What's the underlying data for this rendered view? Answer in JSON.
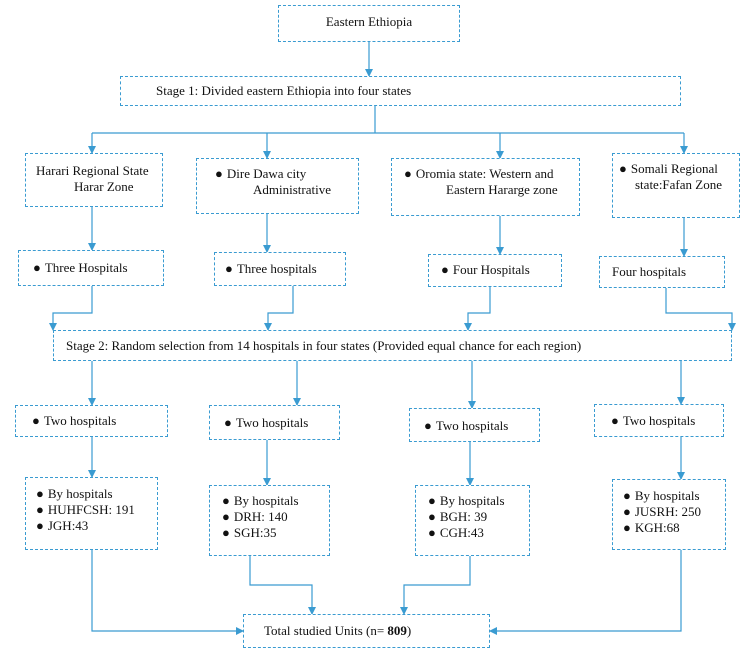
{
  "title": "Eastern Ethiopia",
  "stage1": "Stage 1: Divided eastern Ethiopia into four states",
  "stage2": "Stage 2: Random selection from 14 hospitals in four states (Provided equal chance for each region)",
  "bullet": "●",
  "states": [
    {
      "line1": "Harari Regional State",
      "line2": "Harar Zone"
    },
    {
      "line1": "Dire Dawa city",
      "line2": "Administrative"
    },
    {
      "line1": "Oromia state: Western and",
      "line2": "Eastern Hararge zone"
    },
    {
      "line1": "Somali Regional",
      "line2": "state:Fafan Zone"
    }
  ],
  "hospital_counts": [
    "Three Hospitals",
    "Three hospitals",
    "Four Hospitals",
    "Four hospitals"
  ],
  "selected": [
    "Two hospitals",
    "Two hospitals",
    "Two hospitals",
    "Two hospitals"
  ],
  "details": [
    {
      "heading": "By hospitals",
      "items": [
        "HUHFCSH: 191",
        "JGH:43"
      ]
    },
    {
      "heading": "By hospitals",
      "items": [
        "DRH: 140",
        "SGH:35"
      ]
    },
    {
      "heading": "By hospitals",
      "items": [
        "BGH: 39",
        "CGH:43"
      ]
    },
    {
      "heading": "By hospitals",
      "items": [
        "JUSRH: 250",
        "KGH:68"
      ]
    }
  ],
  "total_label": "Total studied Units (n= ",
  "total_value": "809",
  "total_close": ")"
}
